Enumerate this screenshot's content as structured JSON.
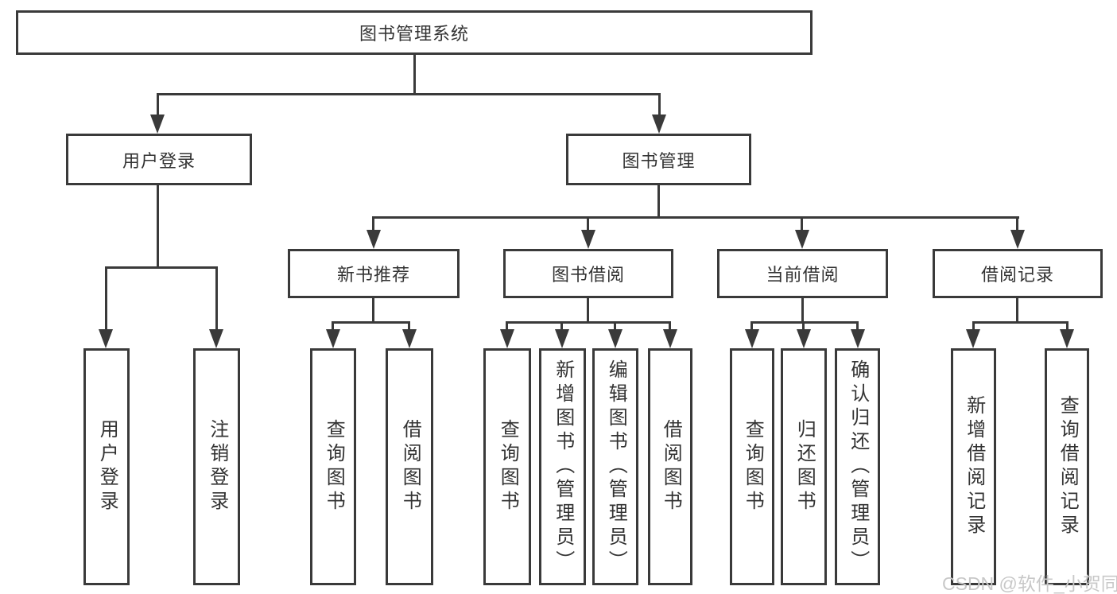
{
  "diagram_title": "图书管理系统",
  "tree": {
    "root": {
      "label": "图书管理系统"
    },
    "level2": [
      {
        "id": "user-login",
        "label": "用户登录"
      },
      {
        "id": "book-management",
        "label": "图书管理"
      }
    ],
    "level3": [
      {
        "id": "new-book-recommend",
        "label": "新书推荐",
        "parent": "图书管理"
      },
      {
        "id": "book-borrow",
        "label": "图书借阅",
        "parent": "图书管理"
      },
      {
        "id": "current-borrow",
        "label": "当前借阅",
        "parent": "图书管理"
      },
      {
        "id": "borrow-record",
        "label": "借阅记录",
        "parent": "图书管理"
      }
    ],
    "leaves": [
      {
        "label": "用户登录",
        "parent": "用户登录"
      },
      {
        "label": "注销登录",
        "parent": "用户登录"
      },
      {
        "label": "查询图书",
        "parent": "新书推荐"
      },
      {
        "label": "借阅图书",
        "parent": "新书推荐"
      },
      {
        "label": "查询图书",
        "parent": "图书借阅"
      },
      {
        "label": "新增图书（管理员）",
        "parent": "图书借阅"
      },
      {
        "label": "编辑图书（管理员）",
        "parent": "图书借阅"
      },
      {
        "label": "借阅图书",
        "parent": "图书借阅"
      },
      {
        "label": "查询图书",
        "parent": "当前借阅"
      },
      {
        "label": "归还图书",
        "parent": "当前借阅"
      },
      {
        "label": "确认归还（管理员）",
        "parent": "当前借阅"
      },
      {
        "label": "新增借阅记录",
        "parent": "借阅记录"
      },
      {
        "label": "查询借阅记录",
        "parent": "借阅记录"
      }
    ]
  },
  "watermark": {
    "text": "CSDN @软件_小贺同学"
  },
  "colors": {
    "line": "#3a3a3a",
    "text": "#333333",
    "background": "#ffffff",
    "watermark": "#c8c8c8"
  }
}
